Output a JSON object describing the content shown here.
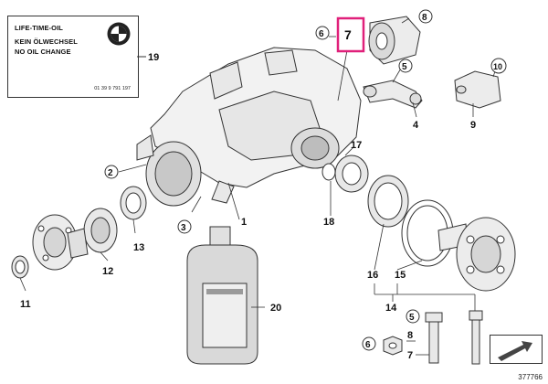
{
  "oil_label": {
    "lines": [
      "LIFE-TIME-OIL",
      "KEIN ÖLWECHSEL",
      "NO OIL CHANGE"
    ],
    "part_number": "01 39 9 791 197"
  },
  "callouts": {
    "n1": "1",
    "n2": "2",
    "n3": "3",
    "n4": "4",
    "n5": "5",
    "n6a": "6",
    "n7a": "7",
    "n8a": "8",
    "n9": "9",
    "n10": "10",
    "n11": "11",
    "n12": "12",
    "n13": "13",
    "n14": "14",
    "n15": "15",
    "n16": "16",
    "n17": "17",
    "n18": "18",
    "n19": "19",
    "n20": "20",
    "n6b": "6",
    "n8b": "8",
    "n7b": "7",
    "n5b": "5"
  },
  "figure_number": "377766",
  "colors": {
    "highlight": "#e0207a",
    "line": "#333333",
    "fill": "#f2f2f2"
  }
}
